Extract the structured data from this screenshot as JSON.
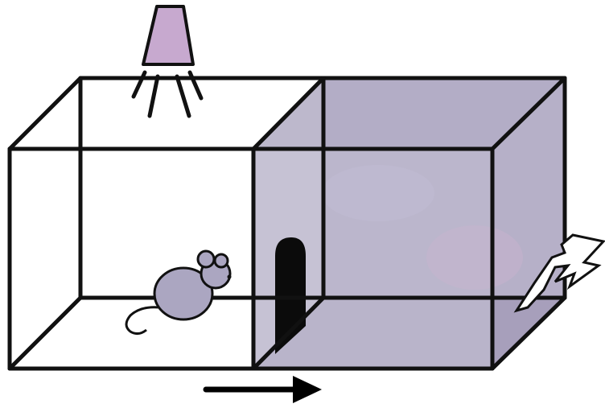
{
  "diagram": {
    "colors": {
      "background": "#ffffff",
      "outline": "#111111",
      "lamp_shade": "#c7a9cf",
      "dark_box_fill": "#b8b3c9",
      "dark_box_floor": "#aaa3bd",
      "mouse": "#aba6c1",
      "door": "#0b0b0b",
      "arrow": "#000000"
    },
    "components": [
      {
        "name": "light-lamp-icon",
        "role": "bright light above the left chamber"
      },
      {
        "name": "light-compartment",
        "role": "open white chamber on the left"
      },
      {
        "name": "dark-compartment",
        "role": "enclosed shaded chamber on the right"
      },
      {
        "name": "doorway",
        "role": "opening between the two chambers"
      },
      {
        "name": "mouse-icon",
        "role": "animal placed in the light chamber"
      },
      {
        "name": "shock-zigzag-icon",
        "role": "lightning mark on the dark chamber's right side"
      },
      {
        "name": "direction-arrow",
        "role": "points from light chamber toward dark chamber"
      }
    ]
  }
}
